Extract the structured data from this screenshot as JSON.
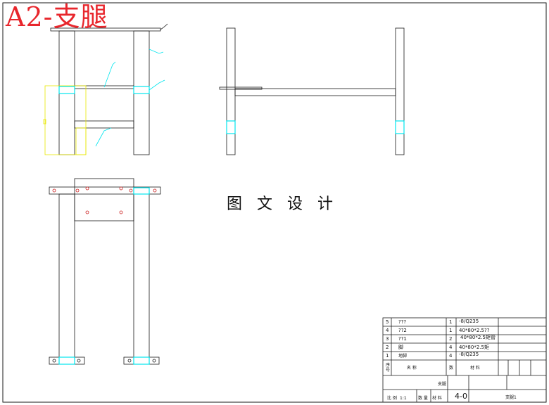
{
  "title": "A2-支腿",
  "center_note": "图 文 设 计",
  "bom": {
    "rows": [
      {
        "idx": "5",
        "name": "???",
        "qty": "1",
        "material": "-8/Q235"
      },
      {
        "idx": "4",
        "name": "??2",
        "qty": "1",
        "material": "40*80*2.5??"
      },
      {
        "idx": "3",
        "name": "??1",
        "qty": "2",
        "material": "40*80*2.5矩管"
      },
      {
        "idx": "2",
        "name": "脚",
        "qty": "4",
        "material": "40*80*2.5矩"
      },
      {
        "idx": "1",
        "name": "地脚",
        "qty": "4",
        "material": "-8/Q235"
      }
    ],
    "header": {
      "idx": "序号",
      "name": "名 称",
      "qty": "数",
      "material": "材 料"
    }
  },
  "titleblock": {
    "part_name": "支腿",
    "drawing_no": "4-0",
    "scale_label": "比 例",
    "scale_value": "1:1",
    "label_a": "数 量",
    "label_b": "材 料",
    "right_label": "支腿1"
  },
  "colors": {
    "line": "#1a1a1a",
    "accent_cyan": "#00e5ee",
    "accent_yellow": "#e8e800",
    "title_red": "#e8262c",
    "hole_red": "#cc2222"
  }
}
